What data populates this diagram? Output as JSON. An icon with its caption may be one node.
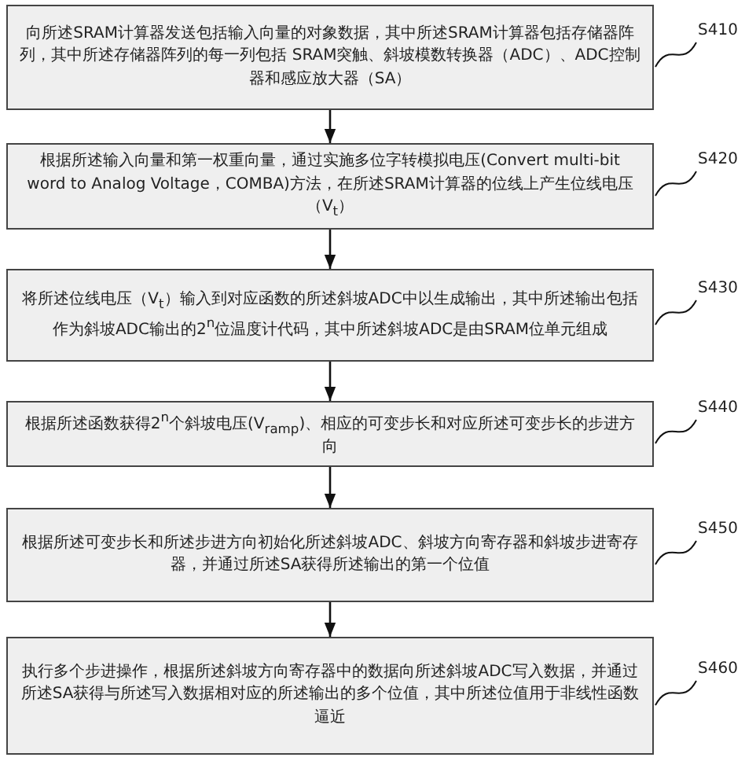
{
  "diagram": {
    "nodes": [
      {
        "text": [
          "向所述SRAM计算器发送包括输入向量的对象数据，其中所述SRAM计算器包括存储器阵列，其中所述存储器阵列的每一列包括 SRAM突触、斜坡模数转换器（ADC）、ADC控制器和感应放大器（SA）"
        ]
      },
      {
        "text": [
          "S410"
        ]
      },
      {
        "text": [
          "根据所述输入向量和第一权重向量，通过实施多位字转模拟电压(Convert multi-bit word to Analog Voltage，COMBA)方法，在所述SRAM计算器的位线上产生位线电压（V$_{t}$）"
        ]
      },
      {
        "text": [
          "S420"
        ]
      },
      {
        "text": [
          "将所述位线电压（V$_{t}$）输入到对应函数的所述斜坡ADC中以生成输出，其中所述输出包括作为斜坡ADC输出的2$^{n}$位温度计代码，其中所述斜坡ADC是由SRAM位单元组成"
        ]
      },
      {
        "text": [
          "S430"
        ]
      },
      {
        "text": [
          "根据所述函数获得2$^{n}$个斜坡电压(V$_{ramp}$)、相应的可变步长和对应所述可变步长的步进方向"
        ]
      },
      {
        "text": [
          "S440"
        ]
      },
      {
        "text": [
          "根据所述可变步长和所述步进方向初始化所述斜坡ADC、斜坡方向寄存器和斜坡步进寄存器，并通过所述SA获得所述输出的第一个位值"
        ]
      },
      {
        "text": [
          "S450"
        ]
      },
      {
        "text": [
          "执行多个步进操作，根据所述斜坡方向寄存器中的数据向所述斜坡ADC写入数据，并通过所述SA获得与所述写入数据相对应的所述输出的多个位值，其中所述位值用于非线性函数逼近"
        ]
      },
      {
        "text": [
          "S460"
        ]
      }
    ],
    "edges": [
      {
        "from": 1,
        "to": 0,
        "arrow": "none"
      },
      {
        "from": 0,
        "to": 2,
        "arrow": "to"
      },
      {
        "from": 3,
        "to": 2,
        "arrow": "none"
      },
      {
        "from": 2,
        "to": 4,
        "arrow": "to"
      },
      {
        "from": 5,
        "to": 4,
        "arrow": "none"
      },
      {
        "from": 4,
        "to": 6,
        "arrow": "to"
      },
      {
        "from": 7,
        "to": 6,
        "arrow": "none"
      },
      {
        "from": 6,
        "to": 8,
        "arrow": "to"
      },
      {
        "from": 9,
        "to": 8,
        "arrow": "none"
      },
      {
        "from": 8,
        "to": 10,
        "arrow": "to"
      },
      {
        "from": 11,
        "to": 10,
        "arrow": "none"
      }
    ]
  }
}
